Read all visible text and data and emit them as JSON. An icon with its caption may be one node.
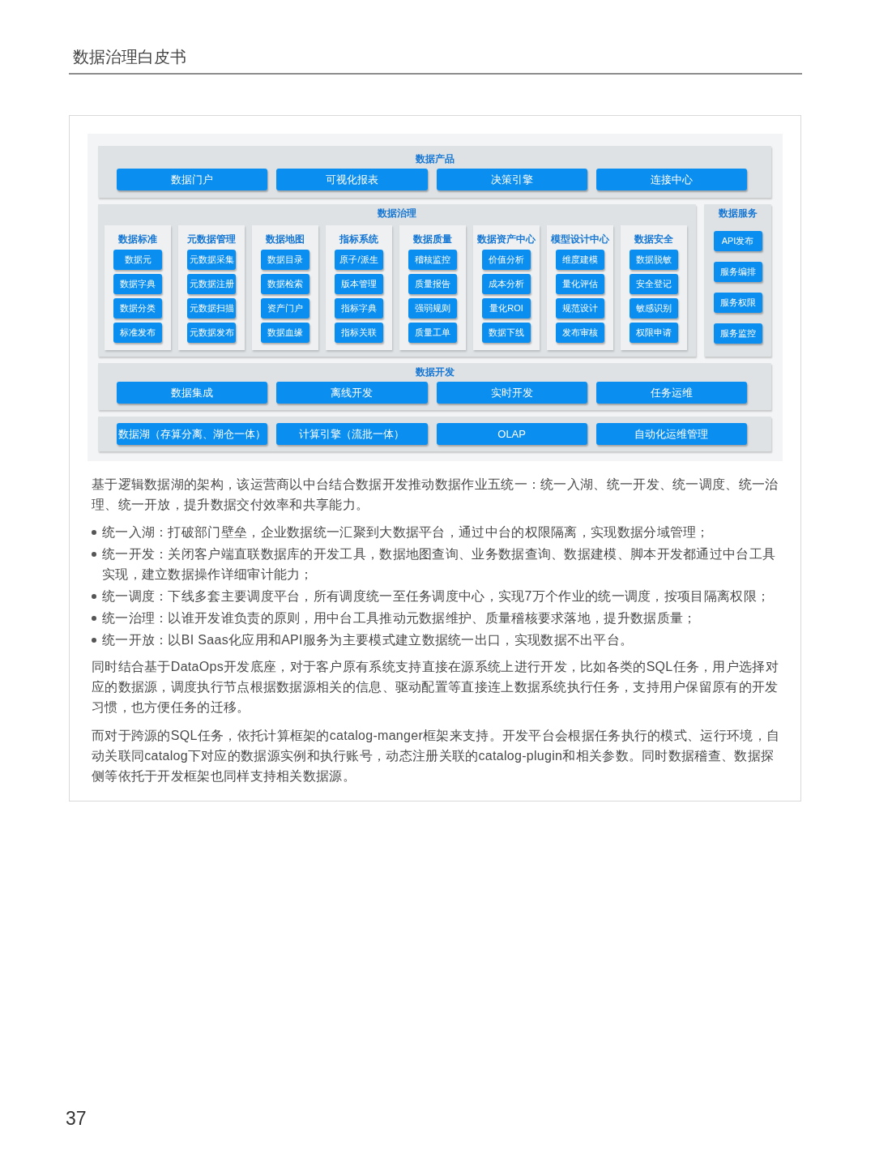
{
  "diagram": {
    "nodes": [
      {
        "text": [
          "数据产品"
        ]
      },
      {
        "text": [
          "数据门户"
        ],
        "in": 0
      },
      {
        "text": [
          "可视化报表"
        ],
        "in": 0
      },
      {
        "text": [
          "决策引擎"
        ],
        "in": 0
      },
      {
        "text": [
          "连接中心"
        ],
        "in": 0
      },
      {
        "text": [
          "数据治理"
        ]
      },
      {
        "text": [
          "数据标准"
        ],
        "in": 5
      },
      {
        "text": [
          "数据元"
        ],
        "in": 6
      },
      {
        "text": [
          "数据字典"
        ],
        "in": 6
      },
      {
        "text": [
          "数据分类"
        ],
        "in": 6
      },
      {
        "text": [
          "标准发布"
        ],
        "in": 6
      },
      {
        "text": [
          "元数据管理"
        ],
        "in": 5
      },
      {
        "text": [
          "元数据采集"
        ],
        "in": 11
      },
      {
        "text": [
          "元数据注册"
        ],
        "in": 11
      },
      {
        "text": [
          "元数据扫描"
        ],
        "in": 11
      },
      {
        "text": [
          "元数据发布"
        ],
        "in": 11
      },
      {
        "text": [
          "数据地图"
        ],
        "in": 5
      },
      {
        "text": [
          "数据目录"
        ],
        "in": 16
      },
      {
        "text": [
          "数据检索"
        ],
        "in": 16
      },
      {
        "text": [
          "资产门户"
        ],
        "in": 16
      },
      {
        "text": [
          "数据血缘"
        ],
        "in": 16
      },
      {
        "text": [
          "指标系统"
        ],
        "in": 5
      },
      {
        "text": [
          "原子/派生"
        ],
        "in": 21
      },
      {
        "text": [
          "版本管理"
        ],
        "in": 21
      },
      {
        "text": [
          "指标字典"
        ],
        "in": 21
      },
      {
        "text": [
          "指标关联"
        ],
        "in": 21
      },
      {
        "text": [
          "数据质量"
        ],
        "in": 5
      },
      {
        "text": [
          "稽核监控"
        ],
        "in": 26
      },
      {
        "text": [
          "质量报告"
        ],
        "in": 26
      },
      {
        "text": [
          "强弱规则"
        ],
        "in": 26
      },
      {
        "text": [
          "质量工单"
        ],
        "in": 26
      },
      {
        "text": [
          "数据资产中心"
        ],
        "in": 5
      },
      {
        "text": [
          "价值分析"
        ],
        "in": 31
      },
      {
        "text": [
          "成本分析"
        ],
        "in": 31
      },
      {
        "text": [
          "量化ROI"
        ],
        "in": 31
      },
      {
        "text": [
          "数据下线"
        ],
        "in": 31
      },
      {
        "text": [
          "模型设计中心"
        ],
        "in": 5
      },
      {
        "text": [
          "维度建模"
        ],
        "in": 36
      },
      {
        "text": [
          "量化评估"
        ],
        "in": 36
      },
      {
        "text": [
          "规范设计"
        ],
        "in": 36
      },
      {
        "text": [
          "发布审核"
        ],
        "in": 36
      },
      {
        "text": [
          "数据安全"
        ],
        "in": 5
      },
      {
        "text": [
          "数据脱敏"
        ],
        "in": 41
      },
      {
        "text": [
          "安全登记"
        ],
        "in": 41
      },
      {
        "text": [
          "敏感识别"
        ],
        "in": 41
      },
      {
        "text": [
          "权限申请"
        ],
        "in": 41
      },
      {
        "text": [
          "数据服务"
        ]
      },
      {
        "text": [
          "API发布"
        ],
        "in": 46
      },
      {
        "text": [
          "服务编排"
        ],
        "in": 46
      },
      {
        "text": [
          "服务权限"
        ],
        "in": 46
      },
      {
        "text": [
          "服务监控"
        ],
        "in": 46
      },
      {
        "text": [
          "数据开发"
        ]
      },
      {
        "text": [
          "数据集成"
        ],
        "in": 51
      },
      {
        "text": [
          "离线开发"
        ],
        "in": 51
      },
      {
        "text": [
          "实时开发"
        ],
        "in": 51
      },
      {
        "text": [
          "任务运维"
        ],
        "in": 51
      },
      {
        "text": [],
        "shape": "box"
      },
      {
        "text": [
          "数据湖（存算分离、湖仓一体）"
        ],
        "in": 56
      },
      {
        "text": [
          "计算引擎（流批一体）"
        ],
        "in": 56
      },
      {
        "text": [
          "OLAP"
        ],
        "in": 56
      },
      {
        "text": [
          "自动化运维管理"
        ],
        "in": 56
      }
    ],
    "labels": [
      "数据治理白皮书",
      "基于逻辑数据湖的架构，该运营商以中台结合数据开发推动数据作业五统一：统一入湖、统一开发、统一调度、统一治理、统一开放，提升数据交付效率和共享能力。",
      "统一入湖：打破部门壁垒，企业数据统一汇聚到大数据平台，通过中台的权限隔离，实现数据分域管理；",
      "统一开发：关闭客户端直联数据库的开发工具，数据地图查询、业务数据查询、数据建模、脚本开发都通过中台工具实现，建立数据操作详细审计能力；",
      "统一调度：下线多套主要调度平台，所有调度统一至任务调度中心，实现7万个作业的统一调度，按项目隔离权限；",
      "统一治理：以谁开发谁负责的原则，用中台工具推动元数据维护、质量稽核要求落地，提升数据质量；",
      "统一开放：以BI Saas化应用和API服务为主要模式建立数据统一出口，实现数据不出平台。",
      "同时结合基于DataOps开发底座，对于客户原有系统支持直接在源系统上进行开发，比如各类的SQL任务，用户选择对应的数据源，调度执行节点根据数据源相关的信息、驱动配置等直接连上数据系统执行任务，支持用户保留原有的开发习惯，也方便任务的迁移。",
      "而对于跨源的SQL任务，依托计算框架的catalog-manger框架来支持。开发平台会根据任务执行的模式、运行环境，自动关联同catalog下对应的数据源实例和执行账号，动态注册关联的catalog-plugin和相关参数。同时数据稽查、数据探侧等依托于开发框架也同样支持相关数据源。",
      "37"
    ]
  }
}
